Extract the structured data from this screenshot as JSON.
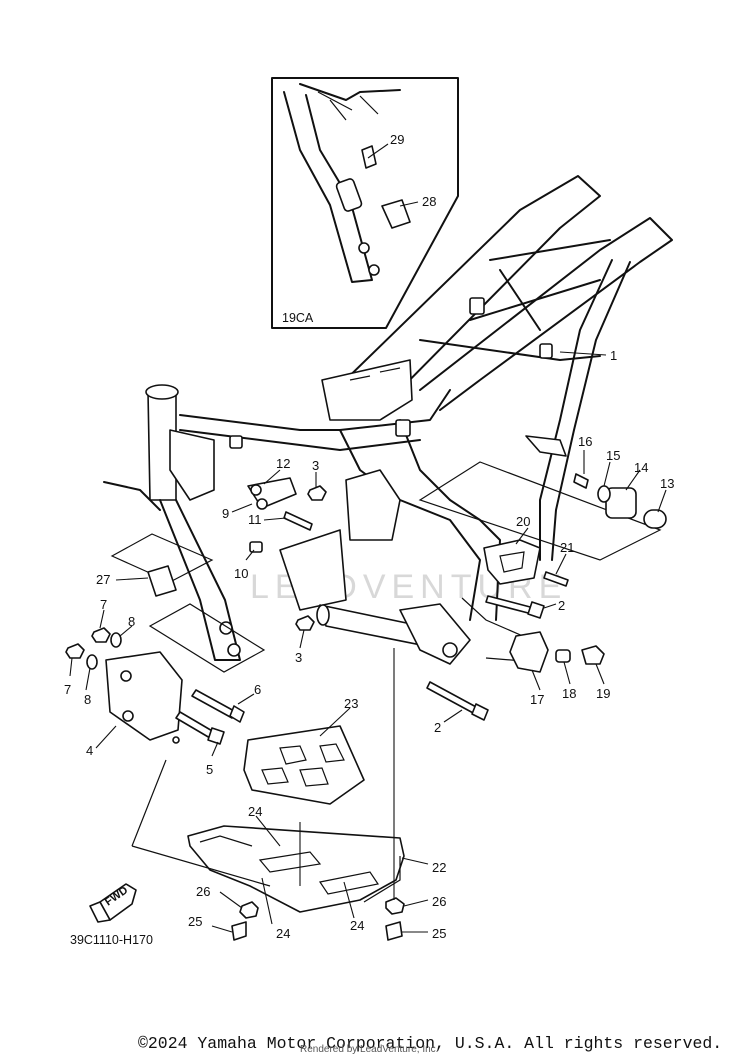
{
  "diagram": {
    "inset_label": "19CA",
    "diagram_code": "39C1110-H170",
    "fwd_label": "FWD",
    "watermark": "LEADVENTURE",
    "callouts": [
      "1",
      "2",
      "2",
      "3",
      "3",
      "4",
      "5",
      "6",
      "7",
      "7",
      "8",
      "8",
      "9",
      "10",
      "11",
      "12",
      "13",
      "14",
      "15",
      "16",
      "17",
      "18",
      "19",
      "20",
      "21",
      "22",
      "23",
      "24",
      "24",
      "24",
      "25",
      "25",
      "26",
      "26",
      "27",
      "28",
      "29"
    ]
  },
  "footer": {
    "copyright": "©2024 Yamaha Motor Corporation, U.S.A. All rights reserved.",
    "rendered_by": "Rendered by LeadVenture, Inc."
  }
}
